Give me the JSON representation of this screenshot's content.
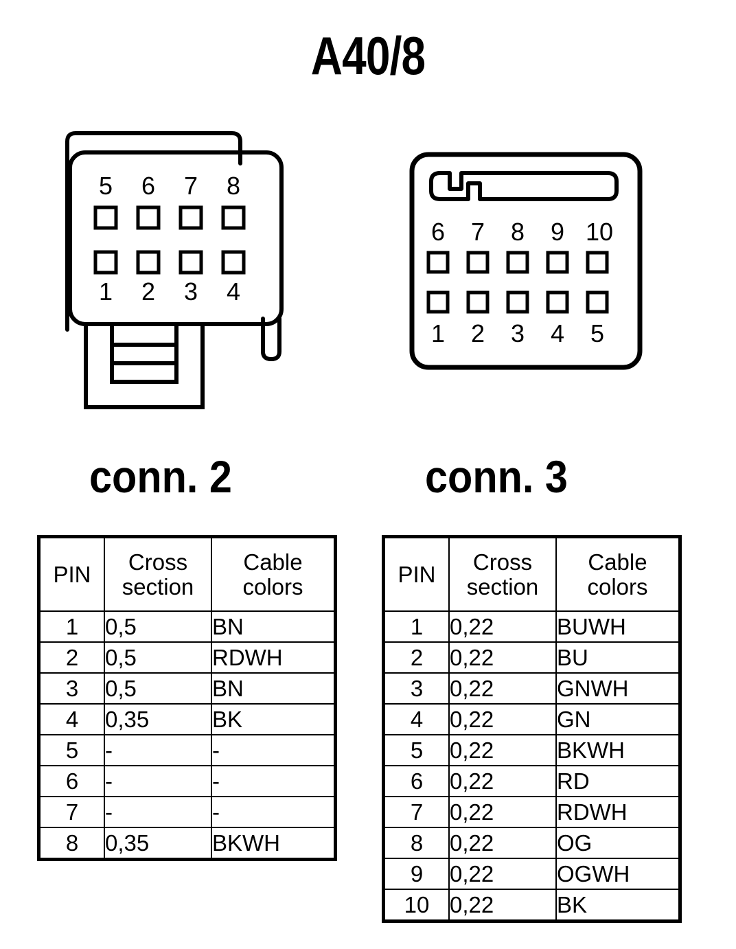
{
  "title": "A40/8",
  "connectors": [
    {
      "caption": "conn. 2",
      "type": "8-pin-rectangular",
      "top_row_pins": [
        "5",
        "6",
        "7",
        "8"
      ],
      "bottom_row_pins": [
        "1",
        "2",
        "3",
        "4"
      ]
    },
    {
      "caption": "conn. 3",
      "type": "10-pin-rectangular",
      "top_row_pins": [
        "6",
        "7",
        "8",
        "9",
        "10"
      ],
      "bottom_row_pins": [
        "1",
        "2",
        "3",
        "4",
        "5"
      ]
    }
  ],
  "tables": [
    {
      "name": "conn. 2",
      "headers": {
        "pin": "PIN",
        "cross_l1": "Cross",
        "cross_l2": "section",
        "colors_l1": "Cable",
        "colors_l2": "colors"
      },
      "rows": [
        {
          "pin": "1",
          "cross_section": "0,5",
          "cable_colors": "BN"
        },
        {
          "pin": "2",
          "cross_section": "0,5",
          "cable_colors": "RDWH"
        },
        {
          "pin": "3",
          "cross_section": "0,5",
          "cable_colors": "BN"
        },
        {
          "pin": "4",
          "cross_section": "0,35",
          "cable_colors": "BK"
        },
        {
          "pin": "5",
          "cross_section": "-",
          "cable_colors": "-"
        },
        {
          "pin": "6",
          "cross_section": "-",
          "cable_colors": "-"
        },
        {
          "pin": "7",
          "cross_section": "-",
          "cable_colors": "-"
        },
        {
          "pin": "8",
          "cross_section": "0,35",
          "cable_colors": "BKWH"
        }
      ]
    },
    {
      "name": "conn. 3",
      "headers": {
        "pin": "PIN",
        "cross_l1": "Cross",
        "cross_l2": "section",
        "colors_l1": "Cable",
        "colors_l2": "colors"
      },
      "rows": [
        {
          "pin": "1",
          "cross_section": "0,22",
          "cable_colors": "BUWH"
        },
        {
          "pin": "2",
          "cross_section": "0,22",
          "cable_colors": "BU"
        },
        {
          "pin": "3",
          "cross_section": "0,22",
          "cable_colors": "GNWH"
        },
        {
          "pin": "4",
          "cross_section": "0,22",
          "cable_colors": "GN"
        },
        {
          "pin": "5",
          "cross_section": "0,22",
          "cable_colors": "BKWH"
        },
        {
          "pin": "6",
          "cross_section": "0,22",
          "cable_colors": "RD"
        },
        {
          "pin": "7",
          "cross_section": "0,22",
          "cable_colors": "RDWH"
        },
        {
          "pin": "8",
          "cross_section": "0,22",
          "cable_colors": "OG"
        },
        {
          "pin": "9",
          "cross_section": "0,22",
          "cable_colors": "OGWH"
        },
        {
          "pin": "10",
          "cross_section": "0,22",
          "cable_colors": "BK"
        }
      ]
    }
  ],
  "colors": {
    "ink": "#000000",
    "paper": "#ffffff"
  }
}
